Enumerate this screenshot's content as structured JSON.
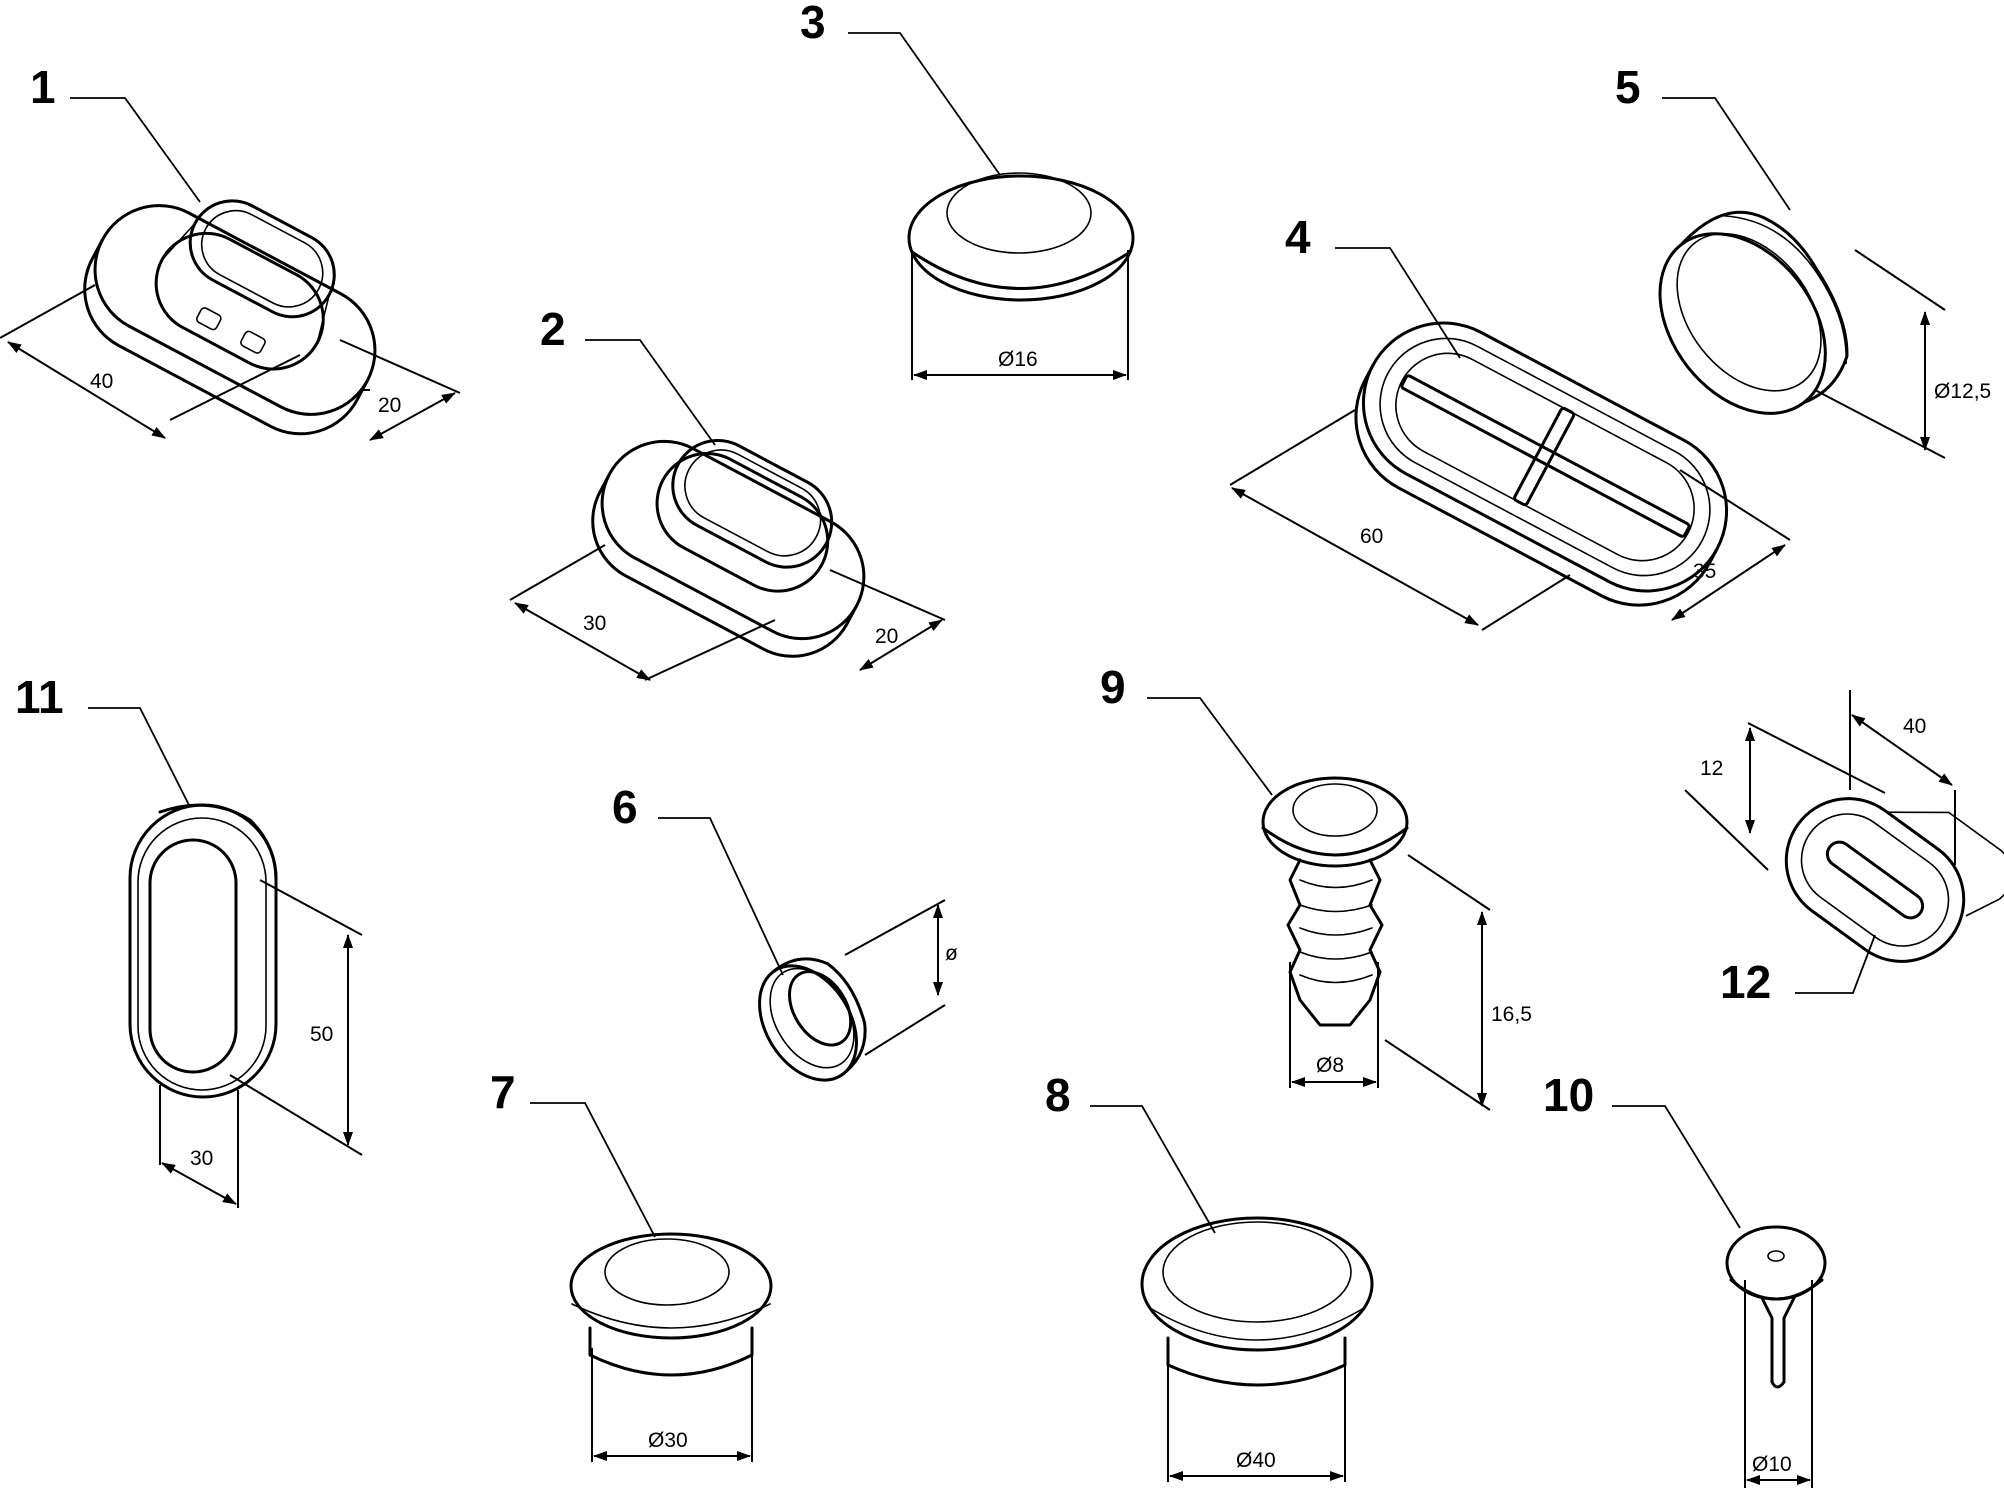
{
  "parts": [
    {
      "id": "1",
      "label": "1",
      "dims": [
        "40",
        "20"
      ]
    },
    {
      "id": "2",
      "label": "2",
      "dims": [
        "30",
        "20"
      ]
    },
    {
      "id": "3",
      "label": "3",
      "dims": [
        "Ø16"
      ]
    },
    {
      "id": "4",
      "label": "4",
      "dims": [
        "60",
        "35"
      ]
    },
    {
      "id": "5",
      "label": "5",
      "dims": [
        "Ø12,5"
      ]
    },
    {
      "id": "6",
      "label": "6",
      "dims": [
        "ø"
      ]
    },
    {
      "id": "7",
      "label": "7",
      "dims": [
        "Ø30"
      ]
    },
    {
      "id": "8",
      "label": "8",
      "dims": [
        "Ø40"
      ]
    },
    {
      "id": "9",
      "label": "9",
      "dims": [
        "16,5",
        "Ø8"
      ]
    },
    {
      "id": "10",
      "label": "10",
      "dims": [
        "Ø10"
      ]
    },
    {
      "id": "11",
      "label": "11",
      "dims": [
        "50",
        "30"
      ]
    },
    {
      "id": "12",
      "label": "12",
      "dims": [
        "40",
        "12"
      ]
    }
  ]
}
